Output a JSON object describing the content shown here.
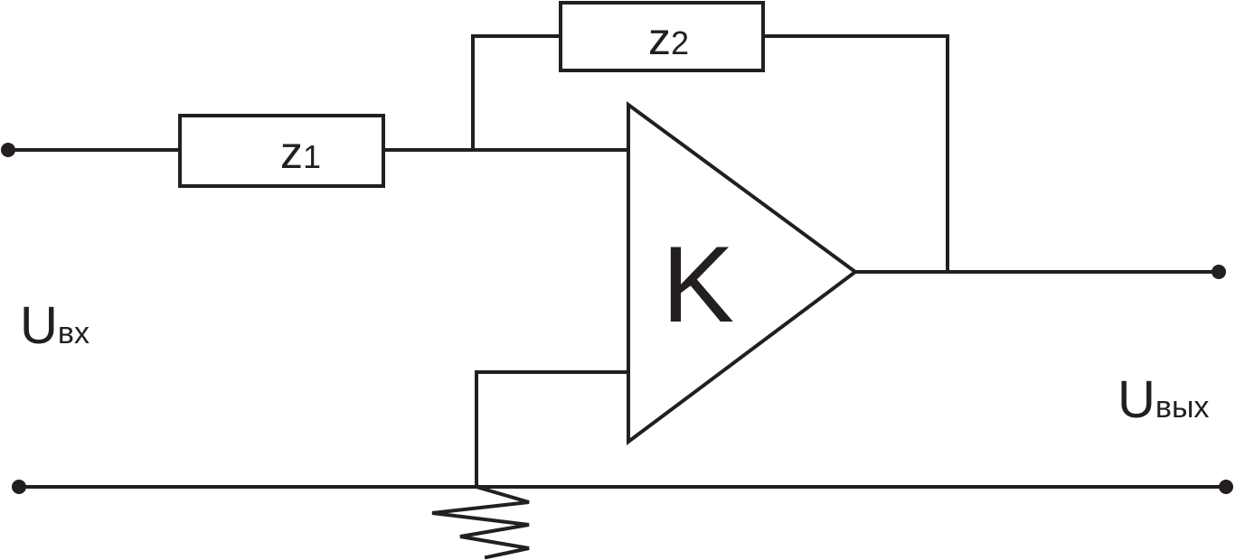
{
  "diagram": {
    "z1": {
      "letter": "z",
      "index": "1"
    },
    "z2": {
      "letter": "z",
      "index": "2"
    },
    "amplifier": {
      "label": "K"
    },
    "input": {
      "letter": "U",
      "subscript": "вх"
    },
    "output": {
      "letter": "U",
      "subscript": "вых"
    }
  },
  "colors": {
    "line": "#231f20",
    "background": "#ffffff"
  }
}
